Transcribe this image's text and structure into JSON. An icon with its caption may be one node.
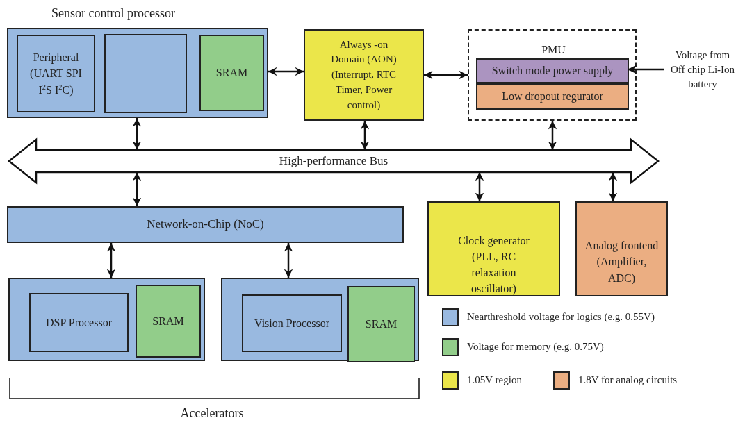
{
  "diagram": {
    "nodes": [
      {
        "text": [
          "Sensor control processor"
        ]
      },
      {
        "text": [
          "Peripheral (UART SPI I$^{2}$S I$^{2}$C)"
        ],
        "in": 0
      },
      {
        "text": [],
        "shape": "box",
        "in": 0
      },
      {
        "text": [
          "SRAM"
        ],
        "in": 0
      },
      {
        "text": [
          "Always -on Domain (AON) (Interrupt, RTC Timer, Power control)"
        ]
      },
      {
        "text": [
          "PMU"
        ]
      },
      {
        "text": [
          "Switch mode power supply"
        ],
        "in": 5
      },
      {
        "text": [
          "Low dropout regurator"
        ],
        "in": 5
      },
      {
        "text": [
          "Voltage from Off chip Li-Ion battery"
        ]
      },
      {
        "text": [
          "High-performance Bus"
        ]
      },
      {
        "text": [
          "Network-on-Chip (NoC)"
        ]
      },
      {
        "text": [
          "Clock generator (PLL, RC relaxation oscillator)"
        ]
      },
      {
        "text": [
          "Analog frontend (Amplifier, ADC)"
        ]
      },
      {
        "text": [],
        "shape": "box"
      },
      {
        "text": [
          "DSP Processor"
        ],
        "in": 13
      },
      {
        "text": [
          "SRAM"
        ],
        "in": 13
      },
      {
        "text": [],
        "shape": "box"
      },
      {
        "text": [
          "Vision Processor"
        ],
        "in": 16
      },
      {
        "text": [
          "SRAM"
        ],
        "in": 16
      }
    ],
    "edges": [
      {
        "from": 0,
        "to": 4,
        "arrow": "both"
      },
      {
        "from": 4,
        "to": 5,
        "arrow": "both"
      },
      {
        "from": 8,
        "to": 6,
        "arrow": "to"
      },
      {
        "from": 0,
        "to": 9,
        "arrow": "both"
      },
      {
        "from": 4,
        "to": 9,
        "arrow": "both"
      },
      {
        "from": 5,
        "to": 9,
        "arrow": "both"
      },
      {
        "from": 9,
        "to": 10,
        "arrow": "both"
      },
      {
        "from": 9,
        "to": 11,
        "arrow": "both"
      },
      {
        "from": 9,
        "to": 12,
        "arrow": "both"
      },
      {
        "from": 10,
        "to": 13,
        "arrow": "both"
      },
      {
        "from": 10,
        "to": 16,
        "arrow": "both"
      }
    ],
    "labels": [
      "Accelerators"
    ],
    "legend": [
      {
        "text": "Nearthreshold voltage for logics (e.g. 0.55V)",
        "color": "#99b9e0"
      },
      {
        "text": "Voltage for memory (e.g. 0.75V)",
        "color": "#92cd8a"
      },
      {
        "text": "1.05V region",
        "color": "#ebe64a"
      },
      {
        "text": "1.8V for analog circuits",
        "color": "#ebae82"
      }
    ]
  }
}
